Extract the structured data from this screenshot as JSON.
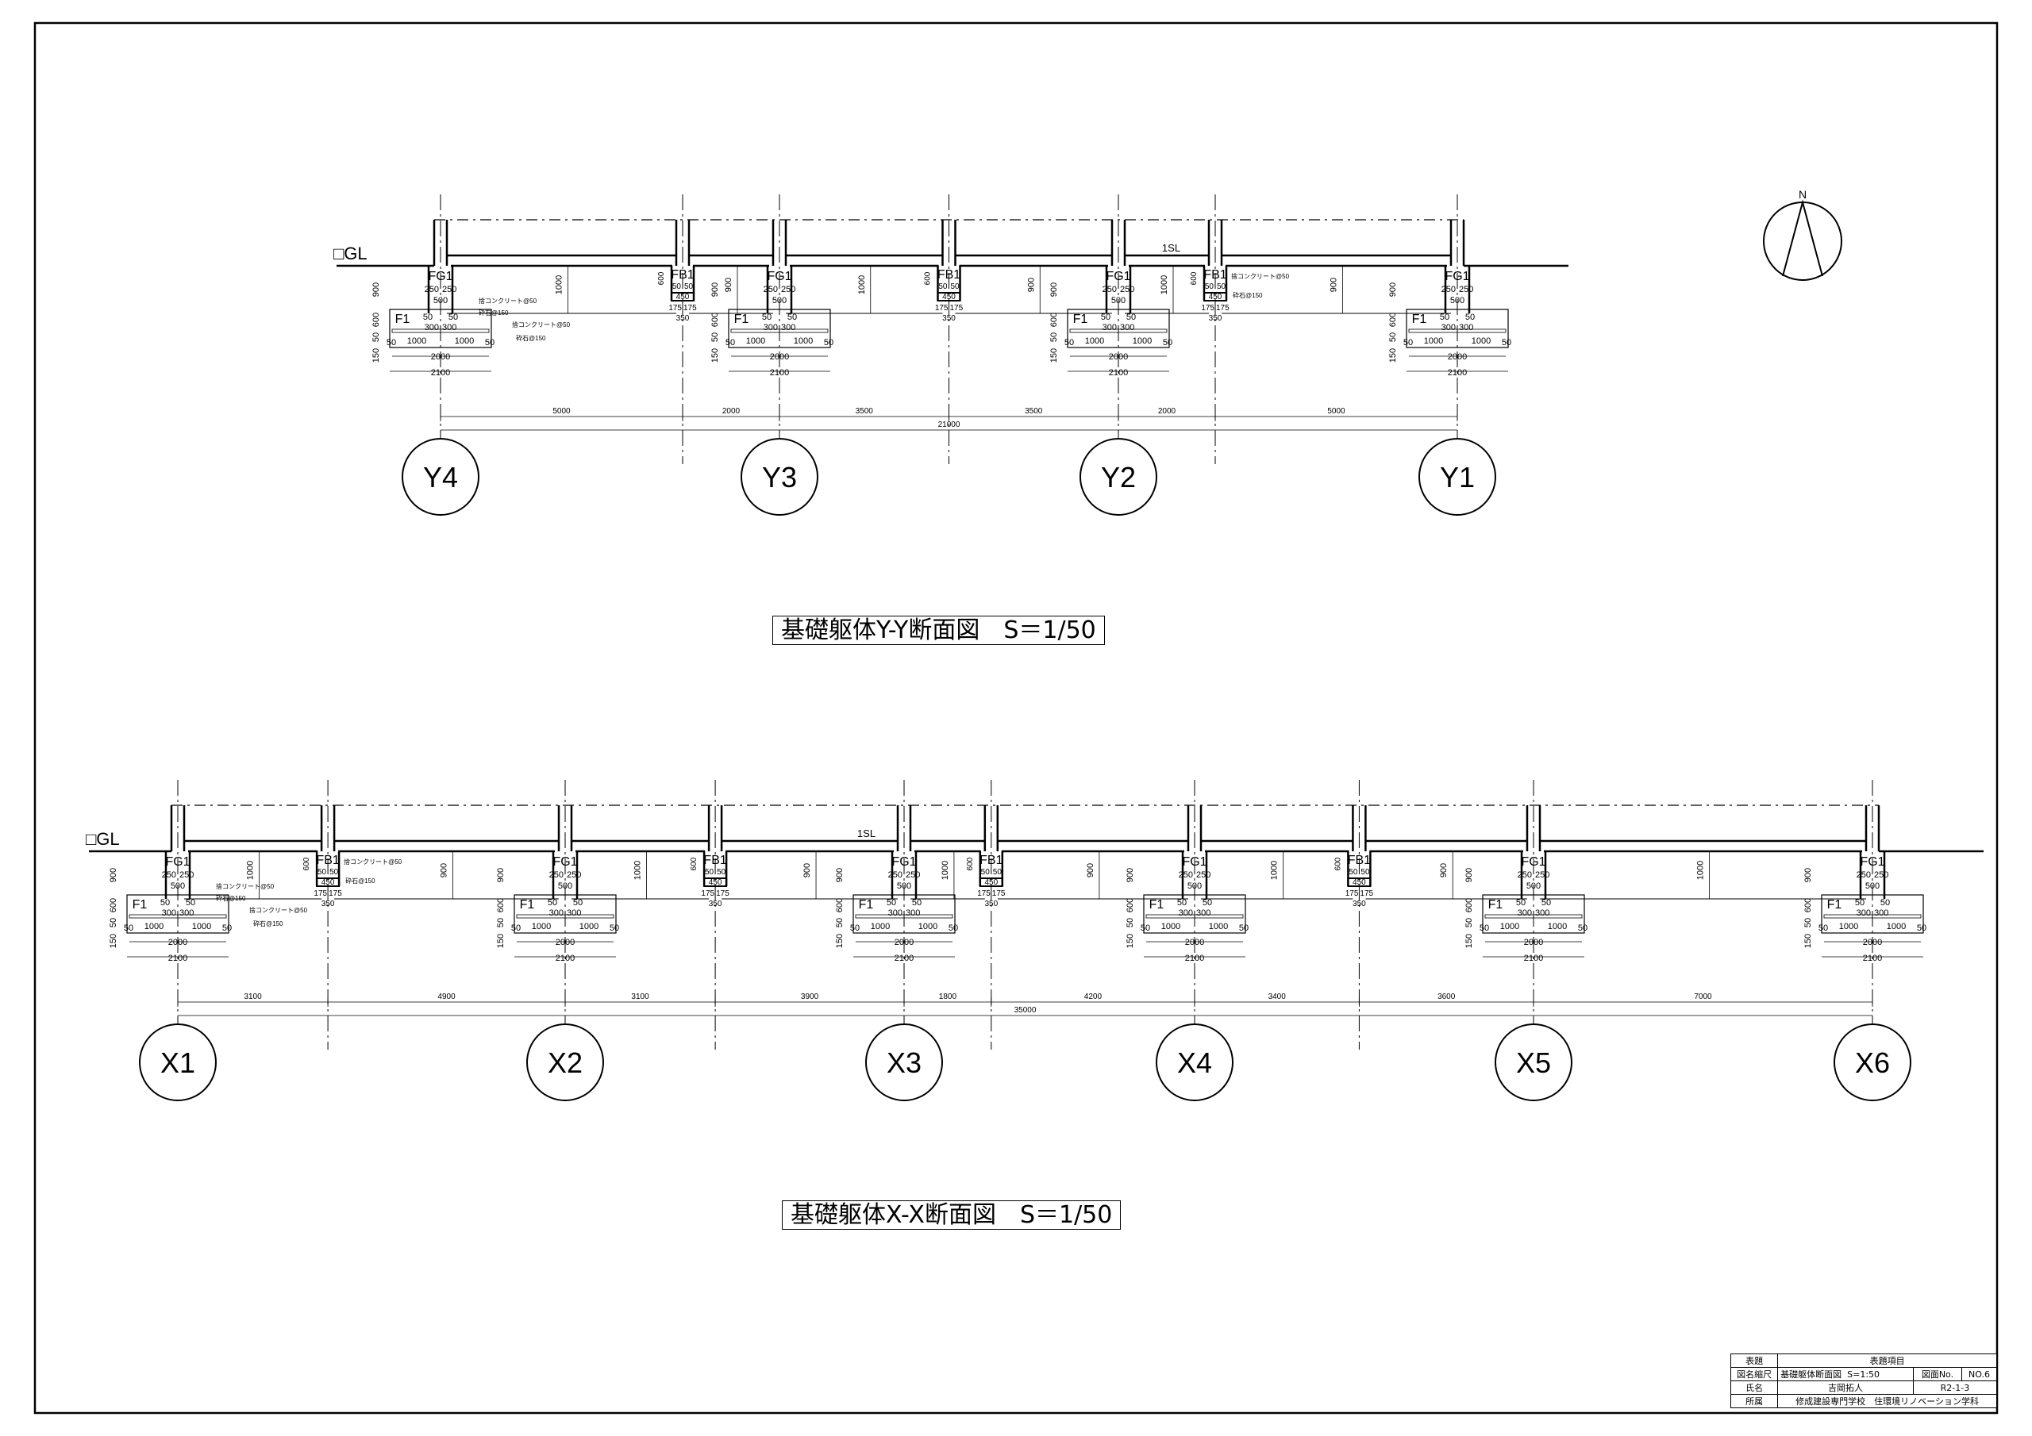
{
  "labels": {
    "gl": "□GL",
    "sl": "1SL",
    "north": "N",
    "fg": "FG1",
    "fb": "FB1",
    "f": "F1",
    "note_concrete": "捨コンクリート@50",
    "note_gravel": "砕石@150",
    "fg_dims": [
      "250",
      "250",
      "500",
      "50",
      "50",
      "300",
      "300",
      "1000",
      "1000",
      "50",
      "50",
      "2000",
      "2100"
    ],
    "fg_vdims": [
      "900",
      "600",
      "50",
      "150"
    ],
    "fb_dims": [
      "50",
      "50",
      "450",
      "175",
      "175",
      "350"
    ],
    "fb_vdims": [
      "600"
    ],
    "beam_depth_a": "1000",
    "beam_depth_b": "900"
  },
  "sections": [
    {
      "id": "y-y",
      "title": "基礎躯体Y-Y断面図　S＝1/50",
      "total": "21000",
      "grids": [
        {
          "label": "Y4",
          "mm": 0
        },
        {
          "label": "Y3",
          "mm": 7000
        },
        {
          "label": "Y2",
          "mm": 14000
        },
        {
          "label": "Y1",
          "mm": 21000
        }
      ],
      "beams": [
        5000,
        10500,
        16000
      ],
      "dims": [
        "5000",
        "2000",
        "3500",
        "3500",
        "2000",
        "5000"
      ]
    },
    {
      "id": "x-x",
      "title": "基礎躯体X-X断面図　S＝1/50",
      "total": "35000",
      "grids": [
        {
          "label": "X1",
          "mm": 0
        },
        {
          "label": "X2",
          "mm": 8000
        },
        {
          "label": "X3",
          "mm": 15000
        },
        {
          "label": "X4",
          "mm": 21000
        },
        {
          "label": "X5",
          "mm": 28000
        },
        {
          "label": "X6",
          "mm": 35000
        }
      ],
      "beams": [
        3100,
        11100,
        16800,
        24400
      ],
      "dims": [
        "3100",
        "4900",
        "3100",
        "3900",
        "1800",
        "4200",
        "3400",
        "3600",
        "7000"
      ]
    }
  ],
  "title_block": {
    "h_title": "表題",
    "v_title": "表題項目",
    "h_drawing": "図名縮尺",
    "v_drawing": "基礎躯体断面図",
    "v_scale": "S=1:50",
    "h_no": "図面No.",
    "v_no": "NO.6",
    "h_name": "氏名",
    "v_name": "吉岡拓人",
    "v_class": "R2-1-3",
    "h_org": "所属",
    "v_org": "修成建設専門学校　住環境リノベーション学科"
  }
}
